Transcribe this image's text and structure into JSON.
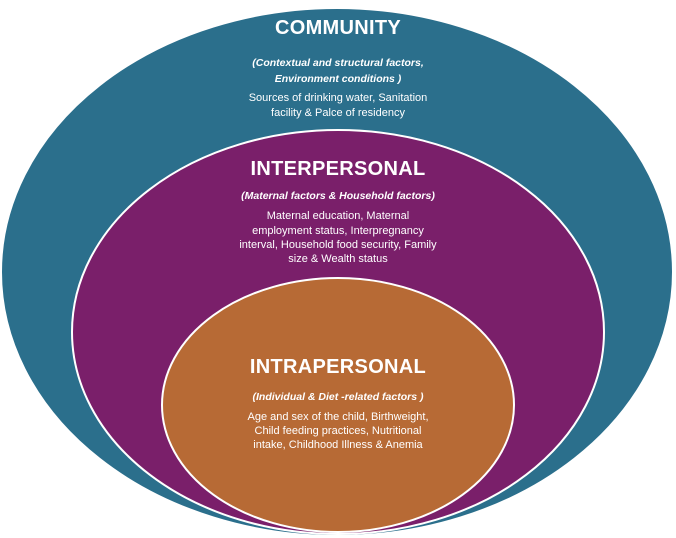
{
  "colors": {
    "community": "#2b6f8c",
    "interpersonal": "#7a1f6a",
    "intrapersonal": "#b76a35",
    "ring_stroke": "#ffffff"
  },
  "community": {
    "title": "COMMUNITY",
    "subtitle_line1": "(Contextual and structural factors,",
    "subtitle_line2": "Environment conditions )",
    "body_line1": "Sources of drinking water, Sanitation",
    "body_line2": "facility & Palce of  residency"
  },
  "interpersonal": {
    "title": "INTERPERSONAL",
    "subtitle_line1": "(Maternal factors & Household factors)",
    "body_line1": "Maternal education, Maternal",
    "body_line2": "employment status, Interpregnancy",
    "body_line3": "interval, Household food security, Family",
    "body_line4": "size & Wealth status"
  },
  "intrapersonal": {
    "title": "INTRAPERSONAL",
    "subtitle_line1": "(Individual & Diet -related factors )",
    "body_line1": "Age and sex of the child, Birthweight,",
    "body_line2": "Child feeding practices, Nutritional",
    "body_line3": "intake, Childhood Illness  & Anemia"
  }
}
